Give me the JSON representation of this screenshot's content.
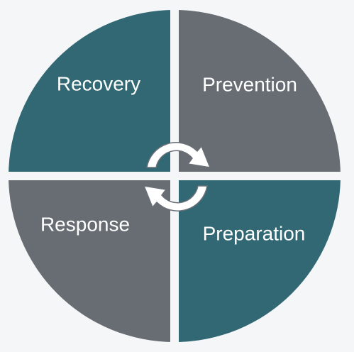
{
  "colors": {
    "background": "#f4f6f8",
    "teal": "#326873",
    "slate": "#676d73",
    "divider": "#f4f6f8",
    "arrow_fill": "#ffffff",
    "arrow_stroke": "#6b7078"
  },
  "quadrants": [
    {
      "label": "Recovery",
      "color": "#326873"
    },
    {
      "label": "Prevention",
      "color": "#676d73"
    },
    {
      "label": "Response",
      "color": "#676d73"
    },
    {
      "label": "Preparation",
      "color": "#326873"
    }
  ],
  "icons": {
    "cycle_top": "curved-arrow-right-icon",
    "cycle_bottom": "curved-arrow-left-icon"
  }
}
